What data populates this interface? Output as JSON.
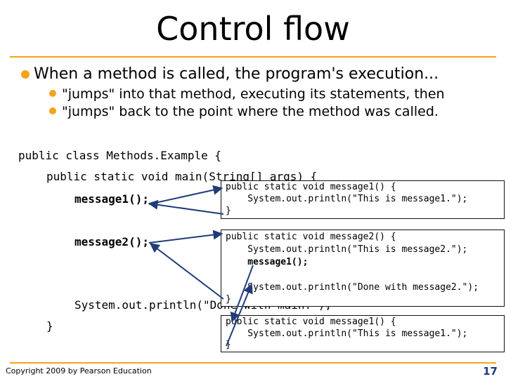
{
  "slide": {
    "title": "Control flow",
    "bullets": [
      "When a method is called, the program's execution...",
      "\"jumps\" into that method, executing its statements, then",
      "\"jumps\" back to the point where the method was called."
    ],
    "footer": "Copyright 2009 by Pearson Education",
    "page_number": "17",
    "accent_color": "#f5a31a"
  },
  "main_code": {
    "class_decl": "public class Methods.Example {",
    "main_decl": "public static void main(String[] args) {",
    "call1": "message1();",
    "call2": "message2();",
    "println": "System.out.println(\"Done with main.\");",
    "close_main": "}"
  },
  "popups": [
    {
      "lines": [
        "public static void message1() {",
        "    System.out.println(\"This is message1.\");",
        "}"
      ]
    },
    {
      "lines": [
        "public static void message2() {",
        "    System.out.println(\"This is message2.\");",
        "    message1();",
        "",
        "    System.out.println(\"Done with message2.\");",
        "}"
      ]
    },
    {
      "lines": [
        "public static void message1() {",
        "    System.out.println(\"This is message1.\");",
        "}"
      ]
    }
  ]
}
